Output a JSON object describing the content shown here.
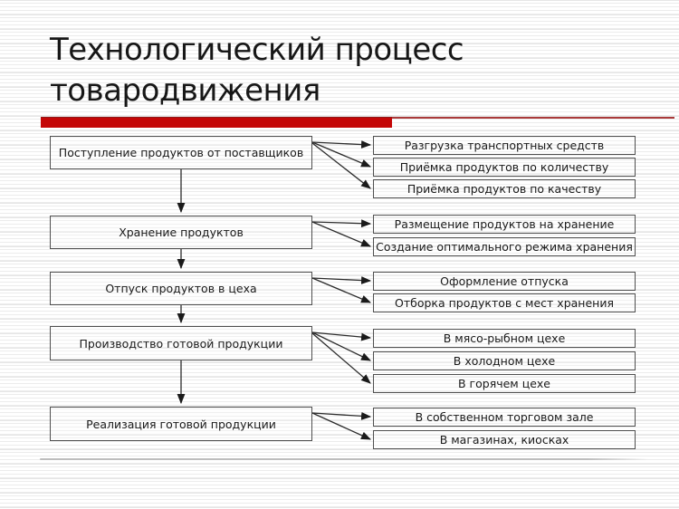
{
  "slide": {
    "title_line1": "Технологический процесс",
    "title_line2": "товародвижения"
  },
  "flow": {
    "steps": [
      {
        "label": "Поступление продуктов от поставщиков",
        "subs": [
          "Разгрузка транспортных средств",
          "Приёмка продуктов по количеству",
          "Приёмка продуктов по качеству"
        ]
      },
      {
        "label": "Хранение продуктов",
        "subs": [
          "Размещение продуктов на хранение",
          "Создание оптимального режима хранения"
        ]
      },
      {
        "label": "Отпуск продуктов в цеха",
        "subs": [
          "Оформление отпуска",
          "Отборка продуктов с мест хранения"
        ]
      },
      {
        "label": "Производство готовой продукции",
        "subs": [
          "В мясо-рыбном цехе",
          "В холодном цехе",
          "В горячем цехе"
        ]
      },
      {
        "label": "Реализация готовой продукции",
        "subs": [
          "В собственном торговом зале",
          "В магазинах, киосках"
        ]
      }
    ]
  },
  "colors": {
    "accent_bar": "#c40606",
    "accent_thin_line": "#a93a3a",
    "box_border": "#4f4f4f",
    "text": "#1a1a1a",
    "divider": "#bdbdbd"
  }
}
